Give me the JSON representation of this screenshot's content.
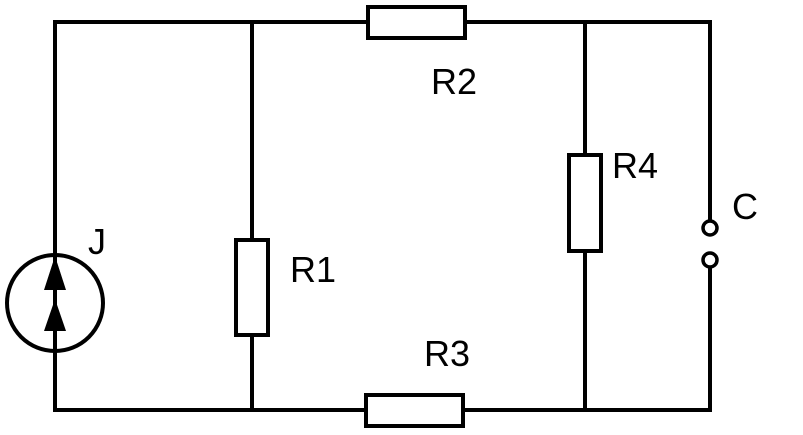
{
  "diagram": {
    "labels": {
      "J": "J",
      "R1": "R1",
      "R2": "R2",
      "R3": "R3",
      "R4": "R4",
      "C": "C"
    }
  }
}
